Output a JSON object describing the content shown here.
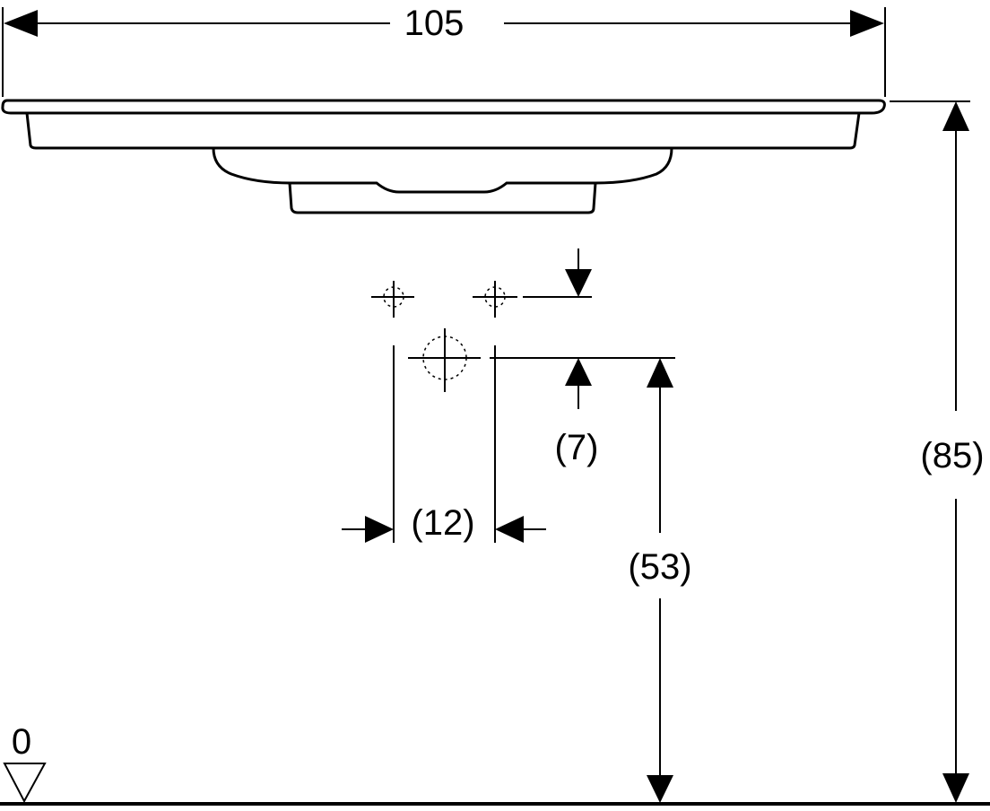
{
  "drawing": {
    "width_label": "105",
    "height_label": "(85)",
    "drain_height_label": "(53)",
    "tap_offset_label": "(7)",
    "tap_spacing_label": "(12)",
    "floor_label": "0"
  }
}
